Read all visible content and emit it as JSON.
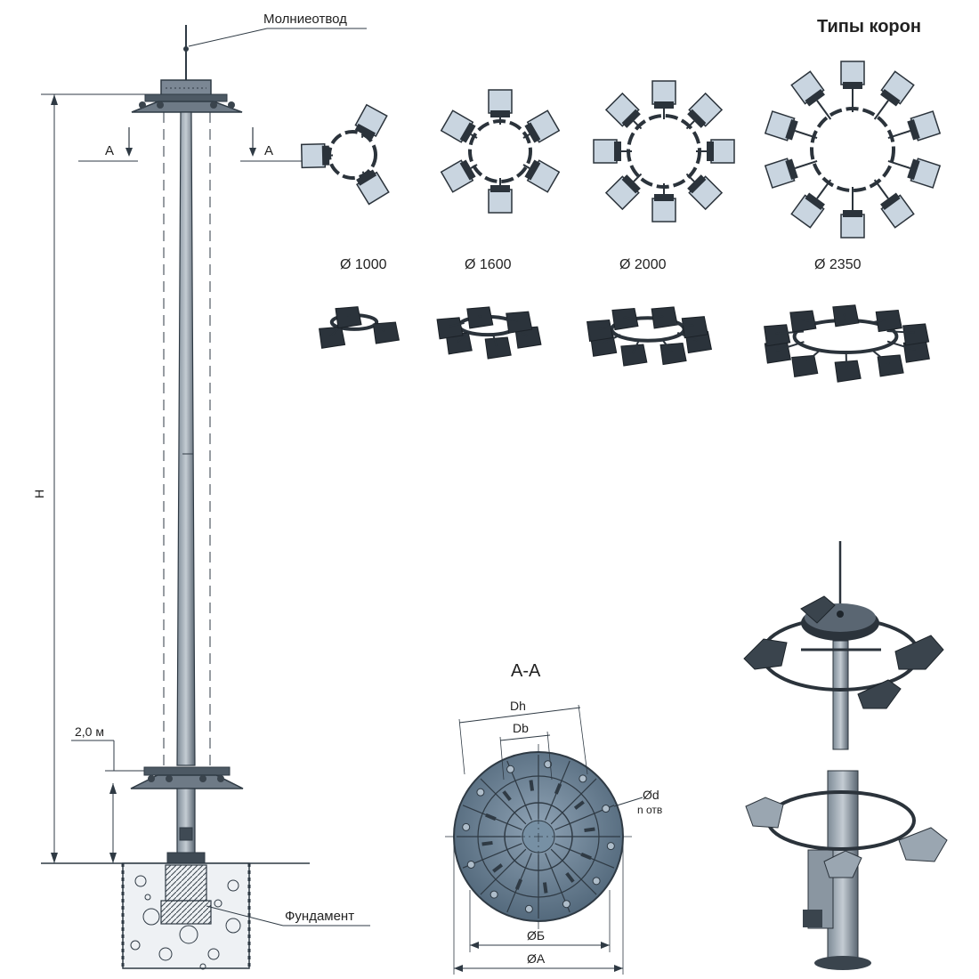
{
  "labels": {
    "lightning_rod": "Молниеотвод",
    "crown_types_title": "Типы корон",
    "section_mark": "А",
    "height": "H",
    "ladder_level": "2,0 м",
    "foundation": "Фундамент",
    "section_title": "А-А",
    "dh": "Dh",
    "db": "Db",
    "hole_d": "Ød",
    "hole_count": "n отв",
    "dia_b": "ØБ",
    "dia_a": "ØA"
  },
  "crowns": [
    {
      "diameter": "Ø 1000",
      "lamps": 3
    },
    {
      "diameter": "Ø 1600",
      "lamps": 6
    },
    {
      "diameter": "Ø 2000",
      "lamps": 8
    },
    {
      "diameter": "Ø 2350",
      "lamps": 10
    }
  ],
  "colors": {
    "line": "#2f3a44",
    "steel": "#5d6b77",
    "dark": "#2b333b",
    "lamp_face": "#c9d5e0",
    "blueprint": "#4a6f8f",
    "soil": "#dfe3e7"
  }
}
